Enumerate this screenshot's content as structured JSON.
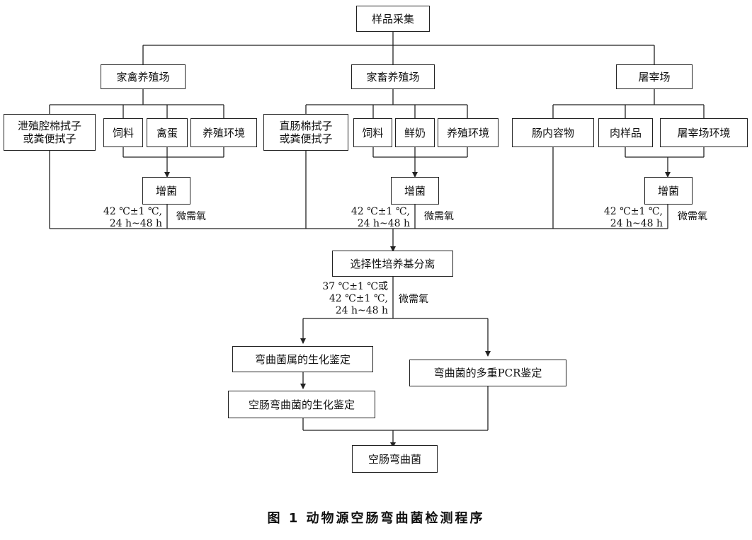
{
  "nodes": {
    "sample_collection": "样品采集",
    "poultry_farm": "家禽养殖场",
    "livestock_farm": "家畜养殖场",
    "slaughterhouse": "屠宰场",
    "cloacal_swab": "泄殖腔棉拭子\n或粪便拭子",
    "poultry_feed": "饲料",
    "poultry_egg": "禽蛋",
    "poultry_environment": "养殖环境",
    "rectal_swab": "直肠棉拭子\n或粪便拭子",
    "livestock_feed": "饲料",
    "fresh_milk": "鲜奶",
    "livestock_environment": "养殖环境",
    "intestinal_contents": "肠内容物",
    "meat_samples": "肉样品",
    "slaughter_environment": "屠宰场环境",
    "enrichment_1": "增菌",
    "enrichment_2": "增菌",
    "enrichment_3": "增菌",
    "selective_isolation": "选择性培养基分离",
    "genus_biochem": "弯曲菌属的生化鉴定",
    "jejuni_biochem": "空肠弯曲菌的生化鉴定",
    "multiplex_pcr": "弯曲菌的多重PCR鉴定",
    "result": "空肠弯曲菌"
  },
  "labels": {
    "enrich_condition": "42 ℃±1 ℃,\n24 h~48 h",
    "isolation_condition": "37 ℃±1 ℃或\n42 ℃±1 ℃,\n24 h~48 h",
    "microaerobic": "微需氧"
  },
  "caption": "图 1   动物源空肠弯曲菌检测程序"
}
